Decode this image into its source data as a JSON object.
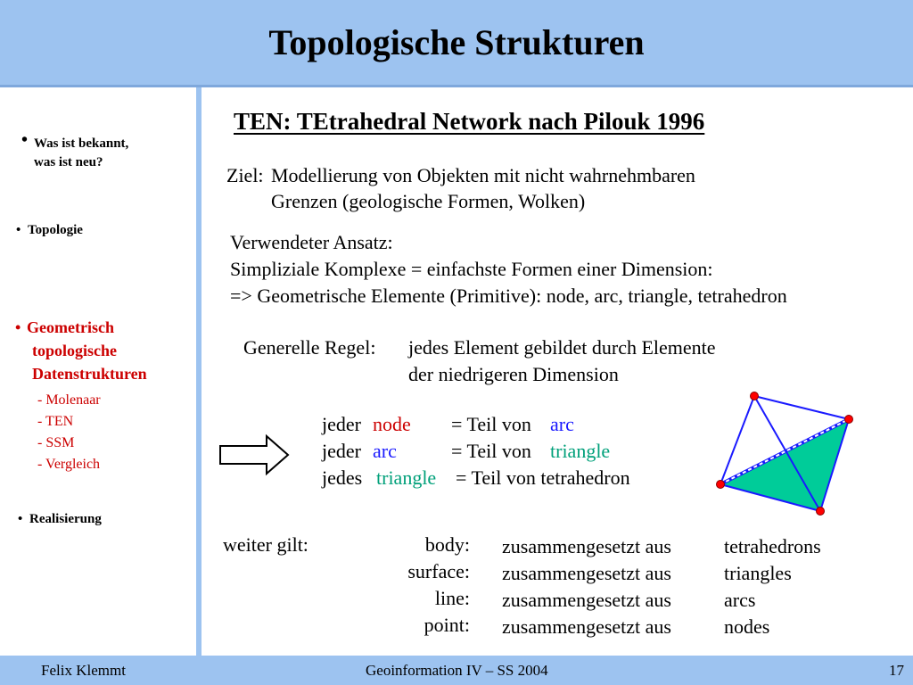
{
  "slide": {
    "title": "Topologische Strukturen",
    "footer": {
      "author": "Felix Klemmt",
      "course": "Geoinformation IV – SS 2004",
      "page": "17"
    }
  },
  "sidebar": {
    "items": [
      {
        "line1": "Was ist bekannt,",
        "line2": "was ist neu?"
      },
      {
        "line1": "Topologie"
      },
      {
        "line1": "Geometrisch",
        "line2": "topologische",
        "line3": "Datenstrukturen",
        "subitems": [
          "- Molenaar",
          "- TEN",
          "- SSM",
          "- Vergleich"
        ]
      },
      {
        "line1": "Realisierung"
      }
    ]
  },
  "content": {
    "heading": "TEN: TEtrahedral Network nach Pilouk 1996",
    "ziel": {
      "label": "Ziel:",
      "line1": "Modellierung von Objekten mit nicht wahrnehmbaren",
      "line2": "Grenzen (geologische Formen, Wolken)"
    },
    "ansatz": {
      "line1": "Verwendeter Ansatz:",
      "line2": "Simpliziale Komplexe = einfachste Formen einer Dimension:",
      "line3": "=> Geometrische Elemente (Primitive): node, arc, triangle, tetrahedron"
    },
    "regel": {
      "label": "Generelle Regel:",
      "line1": "jedes Element gebildet durch Elemente",
      "line2": "der niedrigeren Dimension"
    },
    "rules": [
      {
        "prefix": "jeder",
        "term": "node",
        "mid": "= Teil von",
        "target": "arc"
      },
      {
        "prefix": "jeder",
        "term": "arc",
        "mid": "= Teil von",
        "target": "triangle"
      },
      {
        "prefix": "jedes",
        "term": "triangle",
        "mid": "= Teil von tetrahedron"
      }
    ],
    "weiter": {
      "label": "weiter gilt:",
      "rows": [
        {
          "name": "body:",
          "verb": "zusammengesetzt aus",
          "part": "tetrahedrons"
        },
        {
          "name": "surface:",
          "verb": "zusammengesetzt aus",
          "part": "triangles"
        },
        {
          "name": "line:",
          "verb": "zusammengesetzt aus",
          "part": "arcs"
        },
        {
          "name": "point:",
          "verb": "zusammengesetzt aus",
          "part": "nodes"
        }
      ]
    }
  },
  "colors": {
    "header": "#9dc3f0",
    "accent_red": "#cc0000",
    "blue": "#1a1aff",
    "green": "#00cc99"
  },
  "icons": {
    "arrow": "right-arrow-icon",
    "diagram": "tetrahedron-diagram"
  }
}
